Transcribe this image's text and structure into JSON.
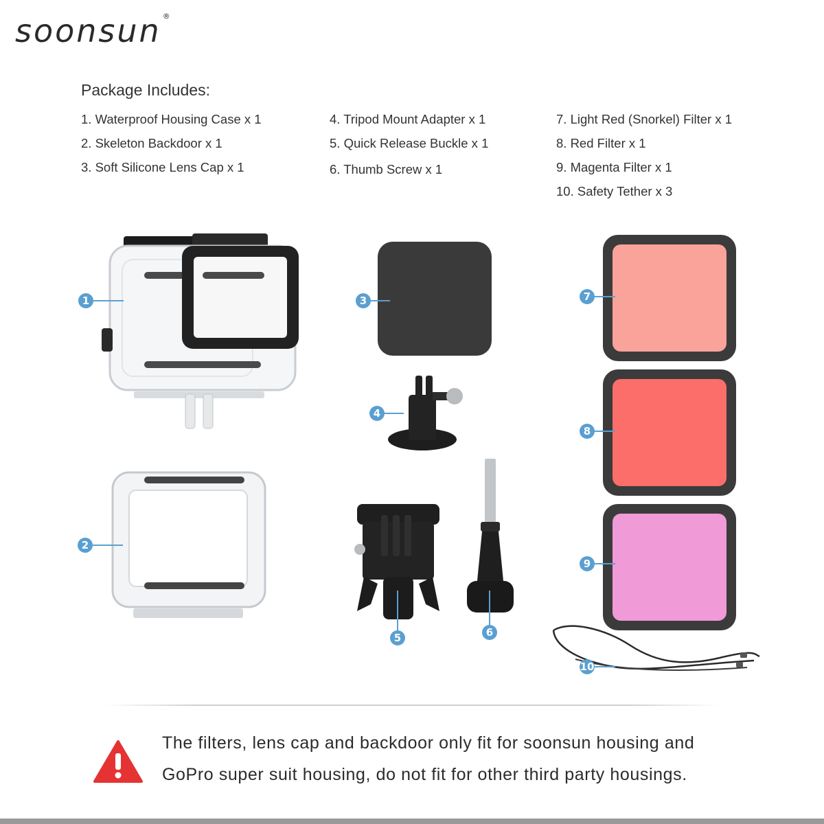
{
  "brand": {
    "name": "soonsun",
    "registered": "®"
  },
  "package": {
    "title": "Package Includes:",
    "items": [
      "1.  Waterproof Housing Case x 1",
      "2.  Skeleton Backdoor x 1",
      "3.  Soft Silicone Lens Cap x 1",
      "4.  Tripod Mount Adapter x 1",
      "5.  Quick Release Buckle x 1",
      "6.  Thumb Screw x 1",
      "7.   Light Red (Snorkel) Filter x 1",
      "8.  Red Filter x 1",
      "9.  Magenta Filter x 1",
      "10.  Safety Tether x 3"
    ]
  },
  "callouts": [
    "1",
    "2",
    "3",
    "4",
    "5",
    "6",
    "7",
    "8",
    "9",
    "10"
  ],
  "filter_colors": {
    "light_red": "#f9a39a",
    "red": "#fb6e69",
    "magenta": "#f09ad7"
  },
  "accent_color": "#5a9fd1",
  "notice": {
    "line1": "The filters, lens cap and backdoor only fit for soonsun housing and",
    "line2": "GoPro super suit housing, do not fit for other third party housings.",
    "icon": "warning-icon"
  }
}
